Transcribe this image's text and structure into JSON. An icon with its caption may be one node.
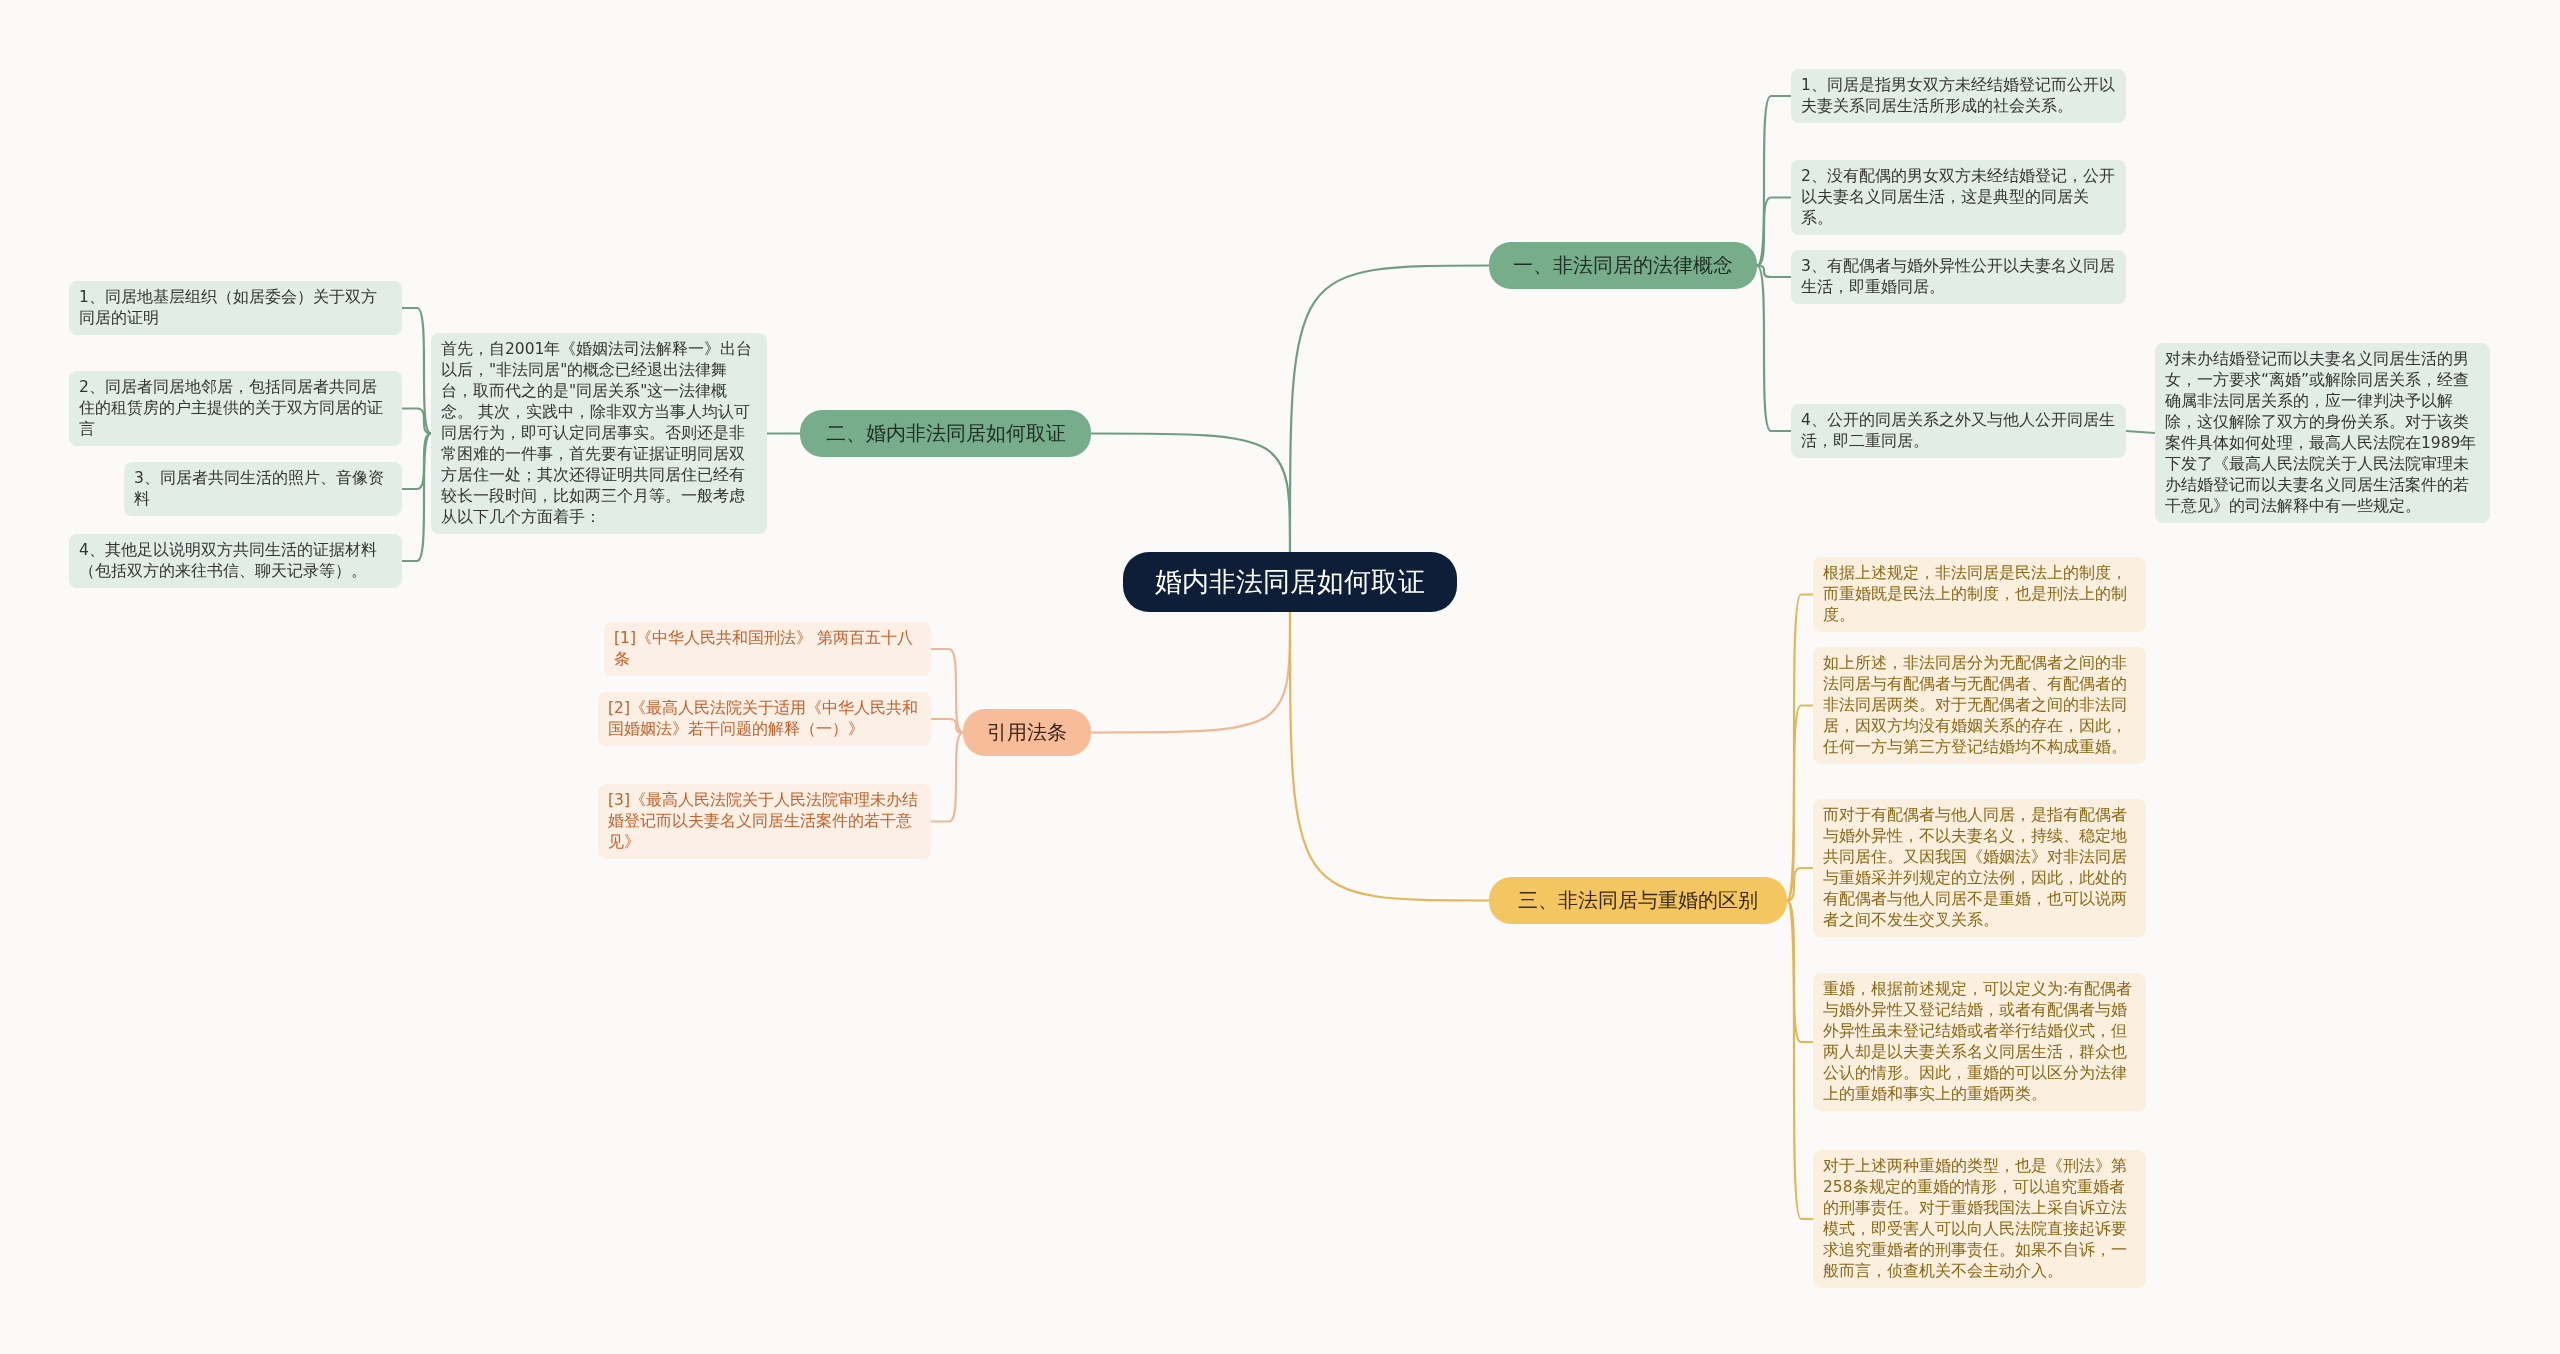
{
  "diagram": {
    "nodes": [
      {
        "text": [
          "婚内非法同居如何取证"
        ]
      },
      {
        "text": [
          "一、非法同居的法律概念"
        ]
      },
      {
        "text": [
          "1、同居是指男女双方未经结婚登记而公开以夫妻关系同居生活所形成的社会关系。"
        ]
      },
      {
        "text": [
          "2、没有配偶的男女双方未经结婚登记，公开以夫妻名义同居生活，这是典型的同居关系。"
        ]
      },
      {
        "text": [
          "3、有配偶者与婚外异性公开以夫妻名义同居生活，即重婚同居。"
        ]
      },
      {
        "text": [
          "4、公开的同居关系之外又与他人公开同居生活，即二重同居。"
        ]
      },
      {
        "text": [
          "对未办结婚登记而以夫妻名义同居生活的男女，一方要求“离婚”或解除同居关系，经查确属非法同居关系的，应一律判决予以解除，这仅解除了双方的身份关系。对于该类案件具体如何处理，最高人民法院在1989年下发了《最高人民法院关于人民法院审理未办结婚登记而以夫妻名义同居生活案件的若干意见》的司法解释中有一些规定。"
        ]
      },
      {
        "text": [
          "二、婚内非法同居如何取证"
        ]
      },
      {
        "text": [
          "首先，自2001年《婚姻法司法解释一》出台以后，\"非法同居\"的概念已经退出法律舞台，取而代之的是\"同居关系\"这一法律概念。 其次，实践中，除非双方当事人均认可同居行为，即可认定同居事实。否则还是非常困难的一件事，首先要有证据证明同居双方居住一处；其次还得证明共同居住已经有较长一段时间，比如两三个月等。一般考虑从以下几个方面着手："
        ]
      },
      {
        "text": [
          "1、同居地基层组织（如居委会）关于双方同居的证明"
        ]
      },
      {
        "text": [
          "2、同居者同居地邻居，包括同居者共同居住的租赁房的户主提供的关于双方同居的证言"
        ]
      },
      {
        "text": [
          "3、同居者共同生活的照片、音像资料"
        ]
      },
      {
        "text": [
          "4、其他足以说明双方共同生活的证据材料（包括双方的来往书信、聊天记录等）。"
        ]
      },
      {
        "text": [
          "引用法条"
        ]
      },
      {
        "text": [
          "[1]《中华人民共和国刑法》 第两百五十八条"
        ]
      },
      {
        "text": [
          "[2]《最高人民法院关于适用《中华人民共和国婚姻法》若干问题的解释（一）》"
        ]
      },
      {
        "text": [
          "[3]《最高人民法院关于人民法院审理未办结婚登记而以夫妻名义同居生活案件的若干意见》"
        ]
      },
      {
        "text": [
          "三、非法同居与重婚的区别"
        ]
      },
      {
        "text": [
          "根据上述规定，非法同居是民法上的制度，而重婚既是民法上的制度，也是刑法上的制度。"
        ]
      },
      {
        "text": [
          "如上所述，非法同居分为无配偶者之间的非法同居与有配偶者与无配偶者、有配偶者的非法同居两类。对于无配偶者之间的非法同居，因双方均没有婚姻关系的存在，因此，任何一方与第三方登记结婚均不构成重婚。"
        ]
      },
      {
        "text": [
          "而对于有配偶者与他人同居，是指有配偶者与婚外异性，不以夫妻名义，持续、稳定地共同居住。又因我国《婚姻法》对非法同居与重婚采并列规定的立法例，因此，此处的有配偶者与他人同居不是重婚，也可以说两者之间不发生交叉关系。"
        ]
      },
      {
        "text": [
          "重婚，根据前述规定，可以定义为:有配偶者与婚外异性又登记结婚，或者有配偶者与婚外异性虽未登记结婚或者举行结婚仪式，但两人却是以夫妻关系名义同居生活，群众也公认的情形。因此，重婚的可以区分为法律上的重婚和事实上的重婚两类。"
        ]
      },
      {
        "text": [
          "对于上述两种重婚的类型，也是《刑法》第258条规定的重婚的情形，可以追究重婚者的刑事责任。对于重婚我国法上采自诉立法模式，即受害人可以向人民法院直接起诉要求追究重婚者的刑事责任。如果不自诉，一般而言，侦查机关不会主动介入。"
        ]
      }
    ],
    "edges": [
      {
        "from": 0,
        "to": 1,
        "arrow": "none"
      },
      {
        "from": 1,
        "to": 2,
        "arrow": "none"
      },
      {
        "from": 1,
        "to": 3,
        "arrow": "none"
      },
      {
        "from": 1,
        "to": 4,
        "arrow": "none"
      },
      {
        "from": 1,
        "to": 5,
        "arrow": "none"
      },
      {
        "from": 5,
        "to": 6,
        "arrow": "none"
      },
      {
        "from": 0,
        "to": 7,
        "arrow": "none"
      },
      {
        "from": 7,
        "to": 8,
        "arrow": "none"
      },
      {
        "from": 8,
        "to": 9,
        "arrow": "none"
      },
      {
        "from": 8,
        "to": 10,
        "arrow": "none"
      },
      {
        "from": 8,
        "to": 11,
        "arrow": "none"
      },
      {
        "from": 8,
        "to": 12,
        "arrow": "none"
      },
      {
        "from": 0,
        "to": 13,
        "arrow": "none",
        "color": "#f0b793"
      },
      {
        "from": 13,
        "to": 14,
        "arrow": "none",
        "color": "#f0b793"
      },
      {
        "from": 13,
        "to": 15,
        "arrow": "none",
        "color": "#f0b793"
      },
      {
        "from": 13,
        "to": 16,
        "arrow": "none",
        "color": "#f0b793"
      },
      {
        "from": 0,
        "to": 17,
        "arrow": "none",
        "color": "#e3b65a"
      },
      {
        "from": 17,
        "to": 18,
        "arrow": "none",
        "color": "#e3b65a"
      },
      {
        "from": 17,
        "to": 19,
        "arrow": "none",
        "color": "#e3b65a"
      },
      {
        "from": 17,
        "to": 20,
        "arrow": "none",
        "color": "#e3b65a"
      },
      {
        "from": 17,
        "to": 21,
        "arrow": "none",
        "color": "#e3b65a"
      },
      {
        "from": 17,
        "to": 22,
        "arrow": "none",
        "color": "#e3b65a"
      }
    ]
  }
}
